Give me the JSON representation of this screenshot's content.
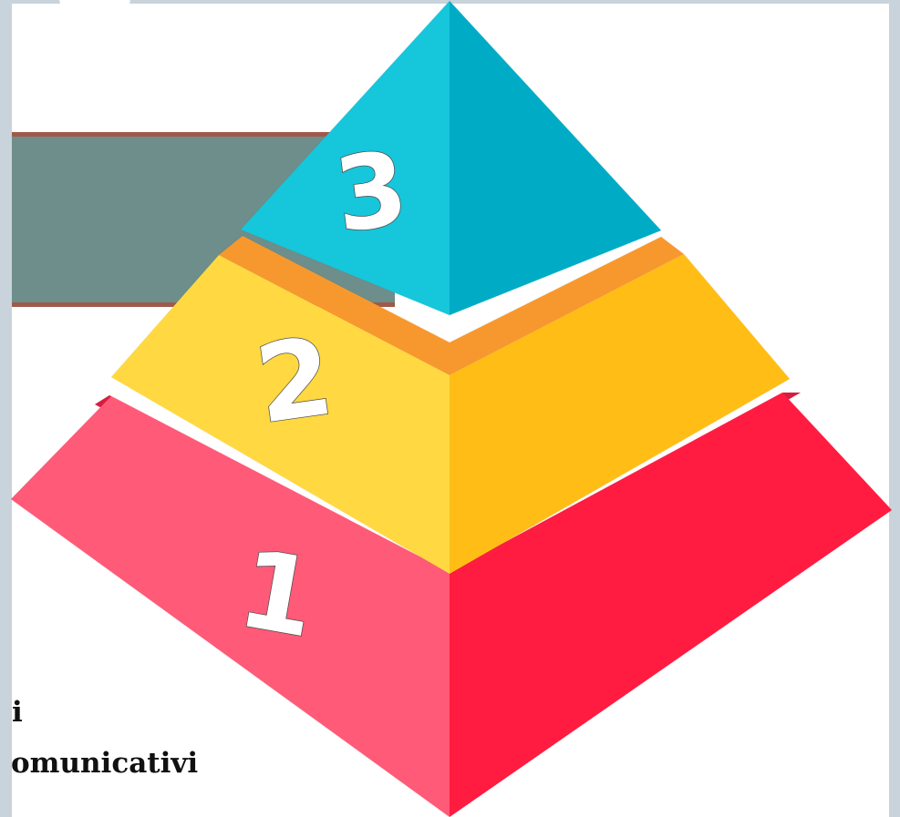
{
  "slide": {
    "text_line_1": "i",
    "text_line_2": "omunicativi"
  },
  "pyramid": {
    "levels": [
      {
        "label": "1",
        "left_color": "#ff5a78",
        "right_color": "#ff1a40",
        "top_color": "#d81f3f"
      },
      {
        "label": "2",
        "left_color": "#ffd843",
        "right_color": "#ffbd17",
        "top_color": "#f7982f"
      },
      {
        "label": "3",
        "left_color": "#16c6db",
        "right_color": "#00acc5"
      }
    ]
  },
  "colors": {
    "background": "#c9d3db",
    "title_bar": "#6d8e8a",
    "title_bar_border": "#9f5a4a"
  }
}
